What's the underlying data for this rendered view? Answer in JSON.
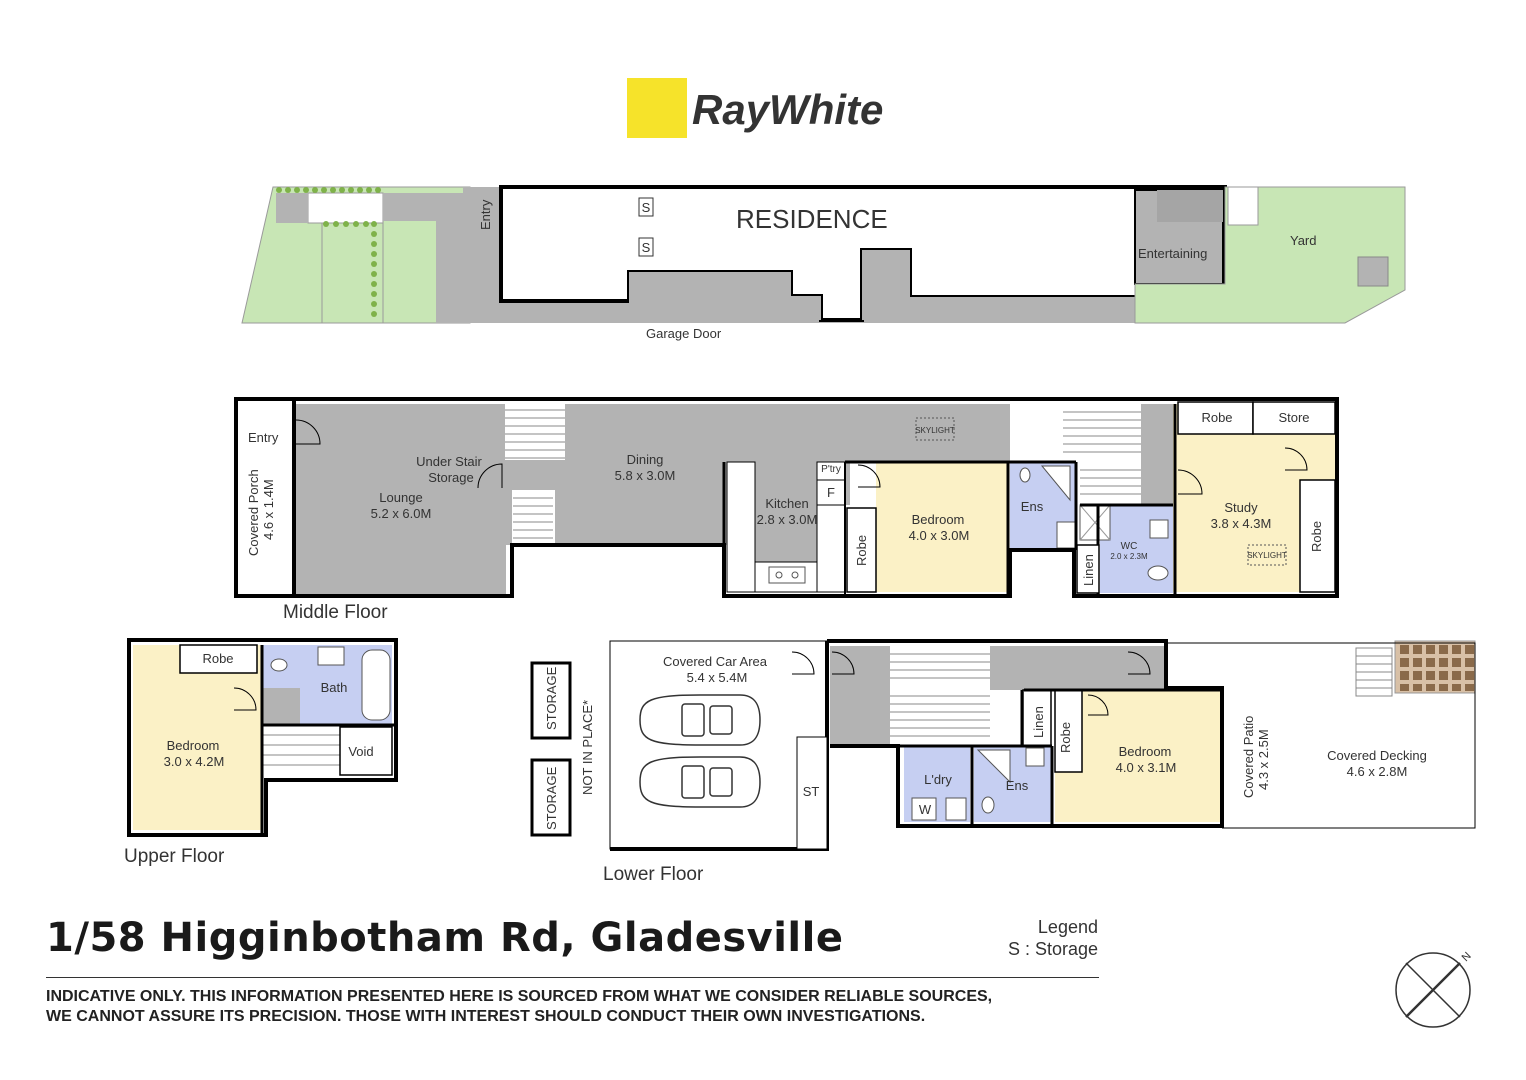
{
  "brand": {
    "name": "RayWhite",
    "logo_color": "#f6e32a"
  },
  "site": {
    "residence": "RESIDENCE",
    "entry": "Entry",
    "storage_symbol": "S",
    "entertaining": "Entertaining",
    "yard": "Yard",
    "garage_door": "Garage Door"
  },
  "middle_floor": {
    "label": "Middle Floor",
    "entry": "Entry",
    "covered_porch": "Covered Porch",
    "covered_porch_size": "4.6 x 1.4M",
    "lounge": "Lounge",
    "lounge_size": "5.2 x 6.0M",
    "under_stair_1": "Under Stair",
    "under_stair_2": "Storage",
    "dining": "Dining",
    "dining_size": "5.8 x 3.0M",
    "skylight": "SKYLIGHT",
    "pantry": "P'try",
    "fridge": "F",
    "kitchen": "Kitchen",
    "kitchen_size": "2.8 x 3.0M",
    "robe": "Robe",
    "bedroom": "Bedroom",
    "bedroom_size": "4.0 x 3.0M",
    "ens": "Ens",
    "linen": "Linen",
    "wc": "WC",
    "wc_size": "2.0 x 2.3M",
    "robe_top": "Robe",
    "store": "Store",
    "study": "Study",
    "study_size": "3.8 x 4.3M",
    "study_skylight": "SKYLIGHT",
    "study_robe": "Robe"
  },
  "upper_floor": {
    "label": "Upper Floor",
    "robe": "Robe",
    "bath": "Bath",
    "bedroom": "Bedroom",
    "bedroom_size": "3.0 x 4.2M",
    "void": "Void"
  },
  "lower_floor": {
    "label": "Lower Floor",
    "storage_1": "STORAGE",
    "storage_2": "STORAGE",
    "not_in_place": "NOT IN PLACE*",
    "covered_car_area": "Covered Car Area",
    "covered_car_area_size": "5.4 x 5.4M",
    "st": "ST",
    "linen": "Linen",
    "robe": "Robe",
    "laundry": "L'dry",
    "washer": "W",
    "ens": "Ens",
    "bedroom": "Bedroom",
    "bedroom_size": "4.0 x 3.1M",
    "covered_patio": "Covered Patio",
    "covered_patio_size": "4.3 x 2.5M",
    "covered_decking": "Covered Decking",
    "covered_decking_size": "4.6 x 2.8M"
  },
  "address": "1/58 Higginbotham Rd, Gladesville",
  "legend": {
    "title": "Legend",
    "entry": "S : Storage"
  },
  "disclaimer_1": "INDICATIVE ONLY. THIS INFORMATION PRESENTED HERE IS SOURCED FROM WHAT WE CONSIDER RELIABLE SOURCES,",
  "disclaimer_2": "WE CANNOT ASSURE ITS PRECISION. THOSE WITH INTEREST SHOULD CONDUCT THEIR OWN INVESTIGATIONS.",
  "compass": {
    "north": "N"
  }
}
